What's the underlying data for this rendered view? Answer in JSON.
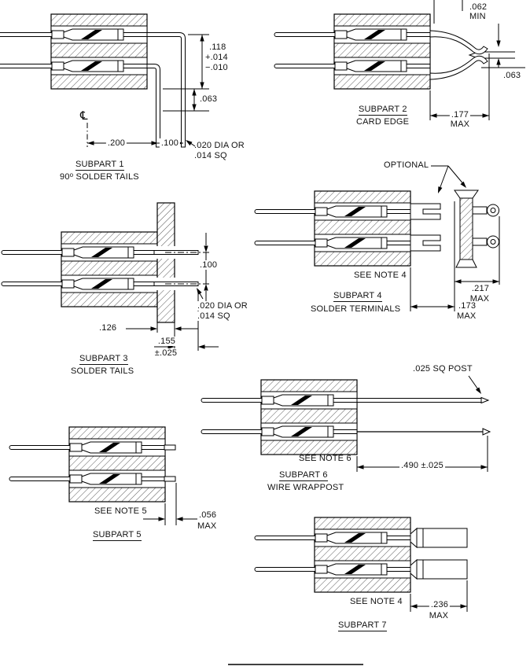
{
  "drawing": {
    "bg": "#ffffff",
    "ink": "#000000"
  },
  "sp1": {
    "title": "SUBPART 1",
    "subtitle_deg": "90",
    "subtitle_sup": "o",
    "subtitle_rest": " SOLDER TAILS",
    "dim_height": ".118",
    "dim_tol_plus": "+.014",
    "dim_tol_minus": "−.010",
    "dim_offset": ".063",
    "dim_spacing_a": ".200",
    "dim_spacing_b": ".100",
    "tail_note_1": ".020 DIA OR",
    "tail_note_2": ".014 SQ",
    "centerline_symbol": "℄"
  },
  "sp2": {
    "title": "SUBPART 2",
    "subtitle": "CARD EDGE",
    "dim_min": ".062",
    "dim_min_qual": "MIN",
    "dim_gap": ".063",
    "dim_depth": ".177",
    "dim_depth_qual": "MAX"
  },
  "sp3": {
    "title": "SUBPART 3",
    "subtitle": "SOLDER TAILS",
    "dim_pitch": ".100",
    "tail_note_1": ".020 DIA OR",
    "tail_note_2": ".014 SQ",
    "dim_thickness": ".126",
    "dim_protrusion": ".155",
    "dim_protrusion_tol": "±.025"
  },
  "sp4": {
    "title": "SUBPART 4",
    "subtitle": "SOLDER TERMINALS",
    "note": "SEE NOTE 4",
    "optional_label": "OPTIONAL",
    "dim_width": ".217",
    "dim_width_qual": "MAX",
    "dim_standoff": ".173",
    "dim_standoff_qual": "MAX"
  },
  "sp5": {
    "title": "SUBPART 5",
    "note": "SEE NOTE 5",
    "dim_stub": ".056",
    "dim_stub_qual": "MAX"
  },
  "sp6": {
    "title": "SUBPART 6",
    "subtitle": "WIRE WRAPPOST",
    "note": "SEE NOTE 6",
    "post_label": ".025 SQ POST",
    "dim_length": ".490 ±.025"
  },
  "sp7": {
    "title": "SUBPART 7",
    "note": "SEE NOTE 4",
    "dim_width": ".236",
    "dim_width_qual": "MAX"
  }
}
